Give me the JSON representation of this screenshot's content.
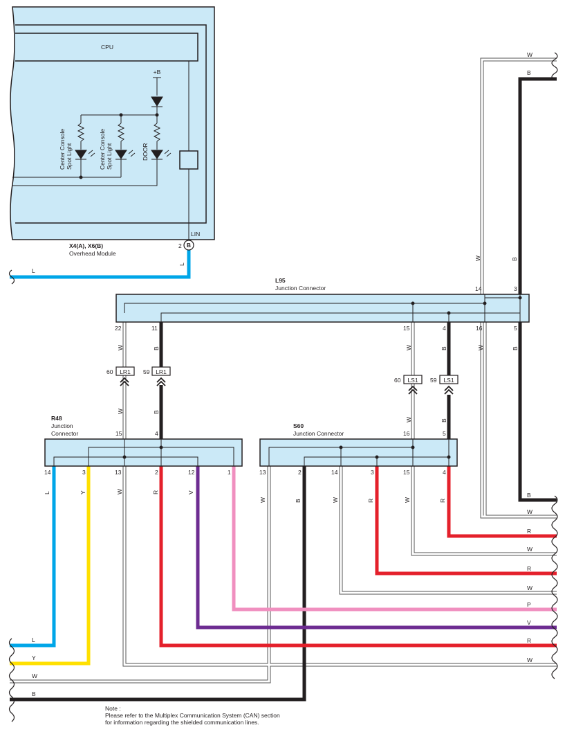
{
  "module": {
    "cpu_label": "CPU",
    "plus_b": "+B",
    "spot1_line1": "Center Console",
    "spot1_line2": "Spot Light",
    "spot2_line1": "Center Console",
    "spot2_line2": "Spot Light",
    "door": "DOOR",
    "lin": "LIN",
    "pin": "2",
    "pin_letter": "B",
    "id": "X4(A), X6(B)",
    "name": "Overhead Module",
    "wire_color": "L"
  },
  "connectors": {
    "l95": {
      "id": "L95",
      "name": "Junction Connector",
      "top_pins": [
        "14",
        "3"
      ],
      "bottom_pins": [
        "22",
        "11",
        "15",
        "4",
        "16",
        "5"
      ]
    },
    "r48": {
      "id": "R48",
      "name_line1": "Junction",
      "name_line2": "Connector",
      "top_pins": [
        "15",
        "4"
      ],
      "bottom_pins": [
        "14",
        "3",
        "13",
        "2",
        "12",
        "1"
      ]
    },
    "s60": {
      "id": "S60",
      "name": "Junction Connector",
      "top_pins": [
        "16",
        "5"
      ],
      "bottom_pins": [
        "13",
        "2",
        "14",
        "3",
        "15",
        "4"
      ]
    }
  },
  "junction_pins": {
    "lr1_a_num": "60",
    "lr1_a_label": "LR1",
    "lr1_b_num": "59",
    "lr1_b_label": "LR1",
    "ls1_a_num": "60",
    "ls1_a_label": "LS1",
    "ls1_b_num": "59",
    "ls1_b_label": "LS1"
  },
  "wire_labels": {
    "right_top_w": "W",
    "right_top_b": "B",
    "l95_top_w": "W",
    "l95_top_b": "B",
    "l95_22": "W",
    "l95_11": "B",
    "l95_15": "W",
    "l95_4": "B",
    "l95_16": "W",
    "l95_5": "B",
    "r48_15": "W",
    "r48_4": "B",
    "s60_16": "W",
    "s60_5": "B",
    "r48_14": "L",
    "r48_3": "Y",
    "r48_13": "W",
    "r48_2": "R",
    "r48_12": "V",
    "s60_13": "W",
    "s60_2": "B",
    "s60_14": "W",
    "s60_3": "R",
    "s60_15": "W",
    "s60_4": "R"
  },
  "right_edge": [
    "B",
    "W",
    "R",
    "W",
    "R",
    "W",
    "P",
    "V",
    "R",
    "W"
  ],
  "left_edge": [
    "L",
    "Y",
    "W",
    "B"
  ],
  "colors": {
    "L": "#00a6e8",
    "Y": "#ffe000",
    "R": "#e4202b",
    "V": "#6d2c91",
    "P": "#f08fbf",
    "B": "#231f20",
    "W": "#ffffff",
    "panel": "#cbe9f7"
  },
  "note": {
    "line1": "Note :",
    "line2": "Please refer to the Multiplex Communication System (CAN) section",
    "line3": "for information regarding the shielded communication lines."
  }
}
